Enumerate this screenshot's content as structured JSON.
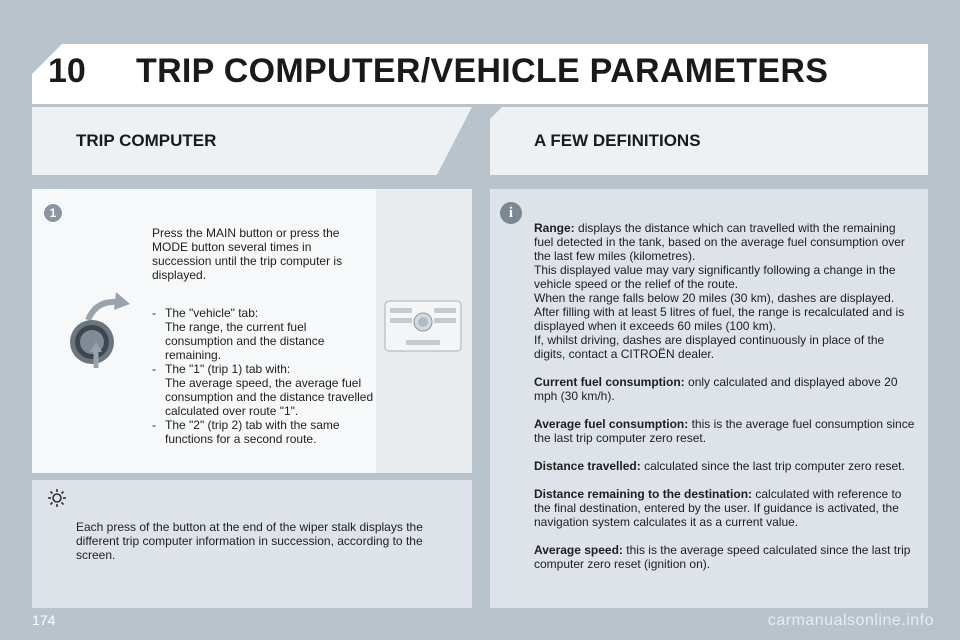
{
  "header": {
    "chapter": "10",
    "title": "TRIP COMPUTER/VEHICLE PARAMETERS"
  },
  "left": {
    "section_title": "TRIP COMPUTER",
    "step_number": "1",
    "intro": "Press the MAIN button or press the MODE button several times in succession until the trip computer is displayed.",
    "dash": "-",
    "tabs": [
      {
        "label": "The \"vehicle\" tab:",
        "desc": "The range, the current fuel consumption and the distance remaining."
      },
      {
        "label": "The \"1\" (trip 1) tab with:",
        "desc": "The average speed, the average fuel consumption and the distance travelled calculated over route \"1\"."
      },
      {
        "label": "The \"2\" (trip 2) tab with the same functions for a second route.",
        "desc": ""
      }
    ],
    "tip": "Each press of the button at the end of the wiper stalk displays the different trip computer information in succession, according to the screen."
  },
  "right": {
    "section_title": "A FEW DEFINITIONS",
    "info_symbol": "i",
    "defs": [
      {
        "term": "Range:",
        "text": "displays the distance which can travelled with the remaining fuel detected in the tank, based on the average fuel consumption over the last few miles (kilometres).",
        "extra": [
          "This displayed value may vary significantly following a change in the vehicle speed or the relief of the route.",
          "When the range falls below 20 miles (30 km), dashes are displayed. After filling with at least 5 litres of fuel, the range is recalculated and is displayed when it exceeds 60 miles (100 km).",
          "If, whilst driving, dashes are displayed continuously in place of the digits, contact a CITROËN dealer.",
          ""
        ]
      },
      {
        "term": "Current fuel consumption:",
        "text": "only calculated and displayed above 20 mph (30 km/h)."
      },
      {
        "term": "Average fuel consumption:",
        "text": "this is the average fuel consumption since the last trip computer zero reset."
      },
      {
        "term": "Distance travelled:",
        "text": "calculated since the last trip computer zero reset."
      },
      {
        "term": "Distance remaining to the destination:",
        "text": "calculated with reference to the final destination, entered by the user. If guidance is activated, the navigation system calculates it as a current value."
      },
      {
        "term": "Average speed:",
        "text": "this is the average speed calculated since the last trip computer zero reset (ignition on)."
      }
    ]
  },
  "footer": {
    "page_number": "174",
    "watermark": "carmanualsonline.info"
  }
}
